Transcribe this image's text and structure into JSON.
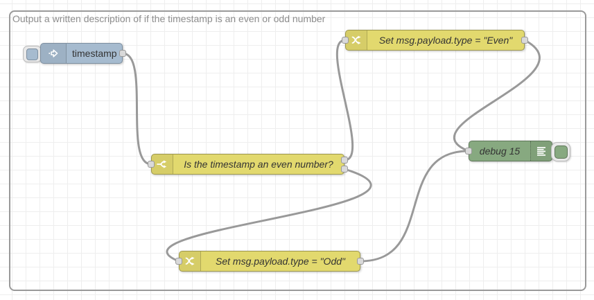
{
  "group": {
    "label": "Output a written description of if the timestamp is an even or odd number"
  },
  "nodes": [
    {
      "id": "timestamp",
      "type": "inject",
      "label": "timestamp",
      "icon": "inject-arrow-icon",
      "has_button": true,
      "inputs": 0,
      "outputs": 1
    },
    {
      "id": "is-even-switch",
      "type": "switch",
      "label": "Is the timestamp an even number?",
      "icon": "switch-fork-icon",
      "inputs": 1,
      "outputs": 2
    },
    {
      "id": "set-even",
      "type": "change",
      "label": "Set msg.payload.type = \"Even\"",
      "icon": "change-shuffle-icon",
      "inputs": 1,
      "outputs": 1
    },
    {
      "id": "set-odd",
      "type": "change",
      "label": "Set msg.payload.type = \"Odd\"",
      "icon": "change-shuffle-icon",
      "inputs": 1,
      "outputs": 1
    },
    {
      "id": "debug-15",
      "type": "debug",
      "label": "debug 15",
      "icon": "debug-list-icon",
      "has_button": true,
      "inputs": 1,
      "outputs": 0
    }
  ],
  "wires": [
    {
      "from": "timestamp",
      "to": "is-even-switch"
    },
    {
      "from": "is-even-switch:output-1",
      "to": "set-even"
    },
    {
      "from": "is-even-switch:output-2",
      "to": "set-odd"
    },
    {
      "from": "set-even",
      "to": "debug-15"
    },
    {
      "from": "set-odd",
      "to": "debug-15"
    }
  ],
  "colors": {
    "canvas_bg": "#ffffff",
    "grid_line": "#eeeeee",
    "group_border": "#999999",
    "comment_text": "#8c8c8c",
    "inject_fill": "#a6bbcf",
    "function_fill": "#e2d96e",
    "debug_fill": "#87a980",
    "wire": "#999999",
    "port_fill": "#d9d9d9",
    "port_border": "#999999",
    "label_text": "#333333"
  }
}
